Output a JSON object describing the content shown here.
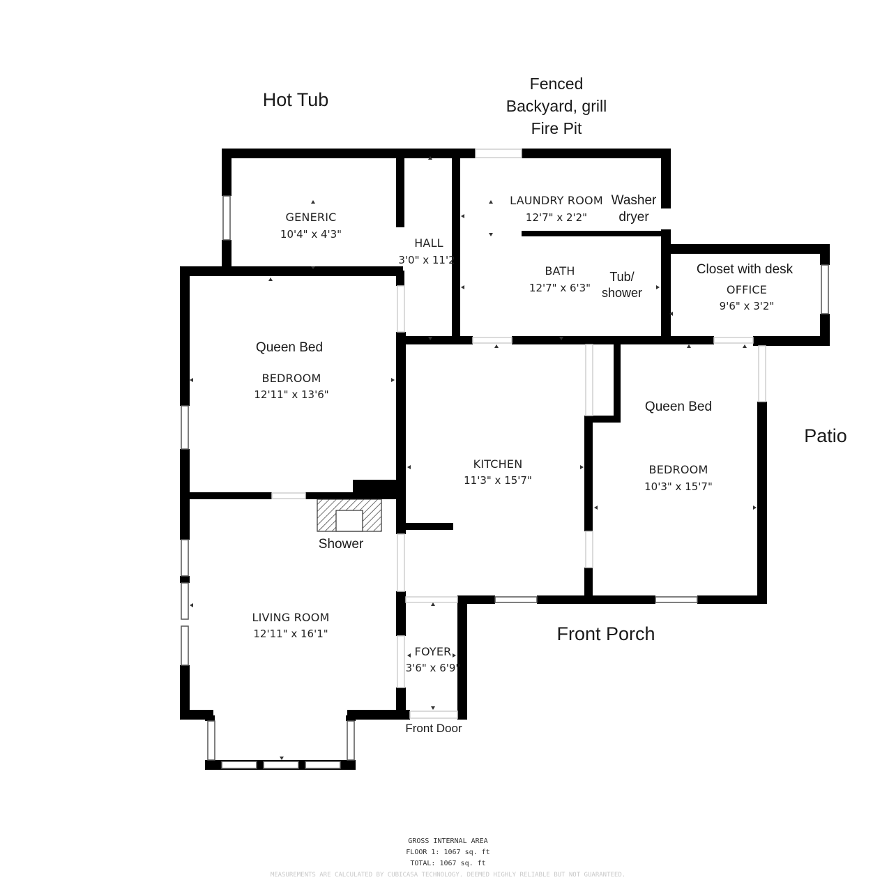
{
  "rooms": {
    "generic": {
      "name": "GENERIC",
      "dims": "10'4\" x 4'3\""
    },
    "hall": {
      "name": "HALL",
      "dims": "3'0\" x 11'2"
    },
    "laundry": {
      "name": "LAUNDRY ROOM",
      "dims": "12'7\" x 2'2\""
    },
    "bath": {
      "name": "BATH",
      "dims": "12'7\" x 6'3\""
    },
    "office": {
      "name": "OFFICE",
      "dims": "9'6\" x 3'2\""
    },
    "bedroom1": {
      "name": "BEDROOM",
      "dims": "12'11\" x 13'6\""
    },
    "kitchen": {
      "name": "KITCHEN",
      "dims": "11'3\" x 15'7\""
    },
    "bedroom2": {
      "name": "BEDROOM",
      "dims": "10'3\" x 15'7\""
    },
    "living": {
      "name": "LIVING ROOM",
      "dims": "12'11\" x 16'1\""
    },
    "foyer": {
      "name": "FOYER",
      "dims": "3'6\" x 6'9\""
    }
  },
  "annotations": {
    "hot_tub": "Hot Tub",
    "backyard": [
      "Fenced",
      "Backyard, grill",
      "Fire Pit"
    ],
    "washer": [
      "Washer",
      "dryer"
    ],
    "tub_shower": [
      "Tub/",
      "shower"
    ],
    "closet_desk": "Closet with desk",
    "queen_bed_1": "Queen Bed",
    "queen_bed_2": "Queen Bed",
    "patio": "Patio",
    "shower": "Shower",
    "front_porch": "Front Porch",
    "front_door": "Front Door"
  },
  "footer": {
    "line1": "GROSS INTERNAL AREA",
    "line2": "FLOOR 1: 1067 sq. ft",
    "line3": "TOTAL: 1067 sq. ft",
    "disclaimer": "MEASUREMENTS ARE CALCULATED BY CUBICASA TECHNOLOGY. DEEMED HIGHLY RELIABLE BUT NOT GUARANTEED."
  },
  "colors": {
    "wall": "#000000",
    "window_frame": "#555555",
    "background": "#ffffff"
  }
}
